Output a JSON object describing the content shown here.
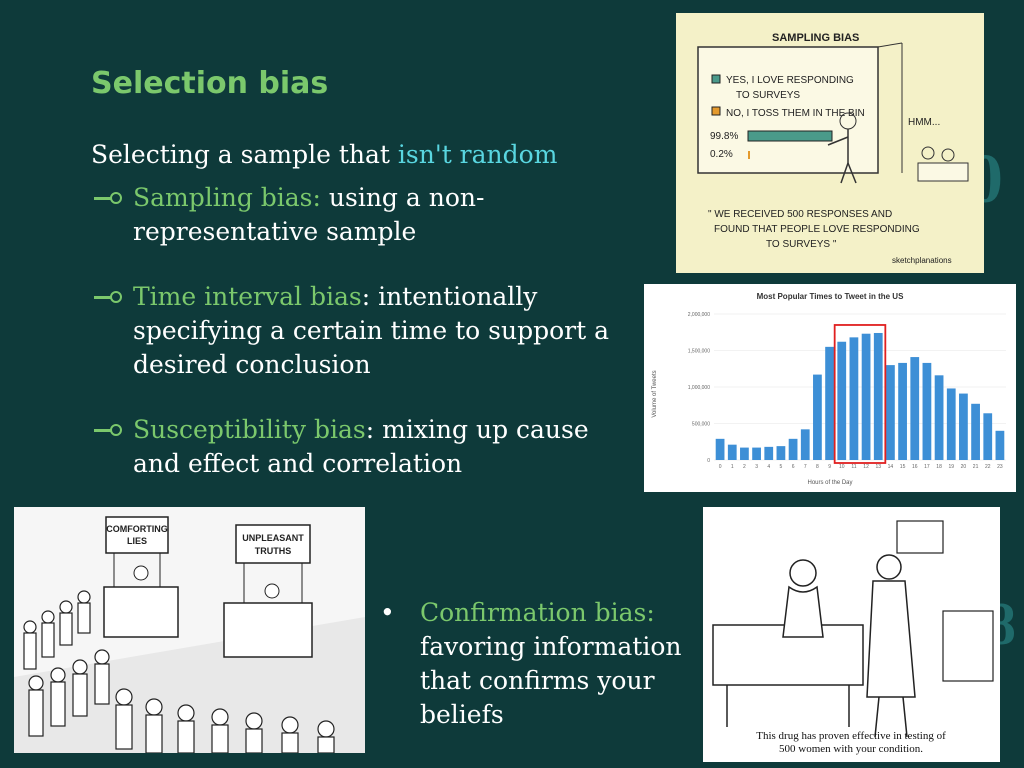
{
  "title": "Selection bias",
  "intro": {
    "lead": "Selecting a sample that ",
    "highlight": "isn't random"
  },
  "items": [
    {
      "term": "Sampling bias:",
      "rest1": " using a non-",
      "rest2": "representative sample"
    },
    {
      "term": "Time interval bias",
      "rest1": ": intentionally",
      "rest2": "specifying a certain time to support a",
      "rest3": "desired conclusion"
    },
    {
      "term": "Susceptibility bias",
      "rest1": ": mixing up cause",
      "rest2": "and effect and correlation"
    }
  ],
  "confirmation": {
    "bullet": "•",
    "term": "Confirmation bias:",
    "l1": "favoring information",
    "l2": "that confirms your",
    "l3": "beliefs"
  },
  "cartoon_sampling": {
    "heading": "SAMPLING BIAS",
    "legend_yes_1": "YES, I LOVE RESPONDING",
    "legend_yes_2": "TO SURVEYS",
    "legend_no": "NO, I TOSS THEM IN THE BIN",
    "pct_yes": "99.8%",
    "pct_no": "0.2%",
    "thought": "HMM...",
    "quote_1": "\" WE RECEIVED 500 RESPONSES AND",
    "quote_2": "FOUND THAT PEOPLE LOVE RESPONDING",
    "quote_3": "TO SURVEYS \"",
    "credit": "sketchplanations"
  },
  "cartoon_booths": {
    "left_sign_1": "COMFORTING",
    "left_sign_2": "LIES",
    "right_sign_1": "UNPLEASANT",
    "right_sign_2": "TRUTHS"
  },
  "cartoon_doctor": {
    "caption_1": "This drug has proven effective in testing of",
    "caption_2": "500 women with your condition."
  },
  "chart_data": {
    "type": "bar",
    "title": "Most Popular Times to Tweet in the US",
    "xlabel": "Hours of the Day",
    "ylabel": "Volume of Tweets",
    "ylim": [
      0,
      2000000
    ],
    "yticks": [
      "0",
      "500,000",
      "1,000,000",
      "1,500,000",
      "2,000,000"
    ],
    "categories": [
      "0",
      "1",
      "2",
      "3",
      "4",
      "5",
      "6",
      "7",
      "8",
      "9",
      "10",
      "11",
      "12",
      "13",
      "14",
      "15",
      "16",
      "17",
      "18",
      "19",
      "20",
      "21",
      "22",
      "23"
    ],
    "values": [
      290000,
      210000,
      170000,
      170000,
      180000,
      190000,
      290000,
      420000,
      1170000,
      1550000,
      1620000,
      1680000,
      1730000,
      1740000,
      1300000,
      1330000,
      1410000,
      1330000,
      1160000,
      980000,
      910000,
      770000,
      640000,
      400000
    ],
    "highlight": {
      "from": 10,
      "to": 13
    },
    "bar_color": "#3d8fd6",
    "highlight_color": "#e02020"
  },
  "colors": {
    "background": "#0e3a3a",
    "accent_green": "#7bc86c",
    "accent_cyan": "#59d6e0"
  }
}
